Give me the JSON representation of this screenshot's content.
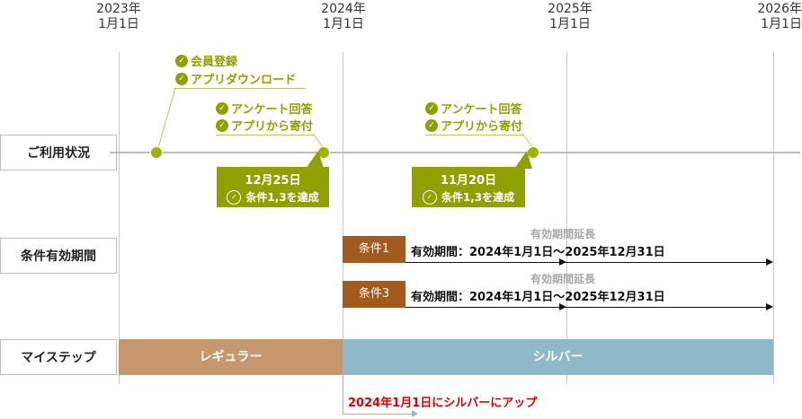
{
  "years": [
    {
      "year": "2023年",
      "date": "1月1日"
    },
    {
      "year": "2024年",
      "date": "1月1日"
    },
    {
      "year": "2025年",
      "date": "1月1日"
    },
    {
      "year": "2026年",
      "date": "1月1日"
    }
  ],
  "rows": {
    "usage": "ご利用状況",
    "conditions": "条件有効期間",
    "mystep": "マイステップ"
  },
  "events": {
    "e1": [
      "会員登録",
      "アプリダウンロード"
    ],
    "e2": [
      "アンケート回答",
      "アプリから寄付"
    ],
    "e3": [
      "アンケート回答",
      "アプリから寄付"
    ]
  },
  "callouts": {
    "c1": {
      "date": "12月25日",
      "cond": "条件1,3を達成"
    },
    "c2": {
      "date": "11月20日",
      "cond": "条件1,3を達成"
    }
  },
  "conditions": [
    {
      "tag": "条件1",
      "period": "有効期間：2024年1月1日～2025年12月31日",
      "ext": "有効期間延長"
    },
    {
      "tag": "条件3",
      "period": "有効期間：2024年1月1日～2025年12月31日",
      "ext": "有効期間延長"
    }
  ],
  "steps": {
    "regular": "レギュラー",
    "silver": "シルバー"
  },
  "upgrade": "2024年1月1日にシルバーにアップ",
  "check_glyph": "✓",
  "colors": {
    "accent": "#8ea100",
    "tag": "#a25a1f",
    "regular": "#c6976d",
    "silver": "#8fb8c9",
    "alert": "#e00000"
  }
}
